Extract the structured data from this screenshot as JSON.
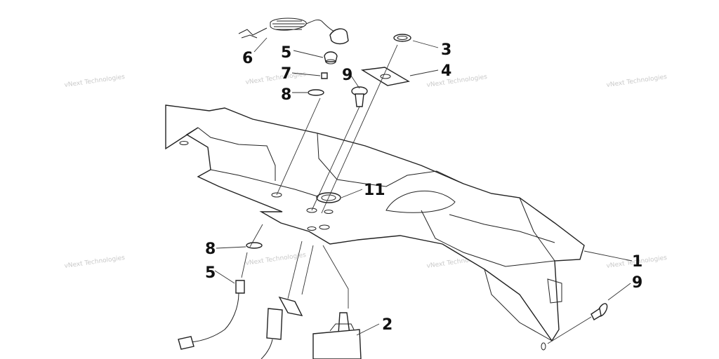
{
  "diagram": {
    "callouts": {
      "c1": "1",
      "c2": "2",
      "c3": "3",
      "c4": "4",
      "c5a": "5",
      "c5b": "5",
      "c6": "6",
      "c7": "7",
      "c8a": "8",
      "c8b": "8",
      "c9a": "9",
      "c9b": "9",
      "c11": "11"
    },
    "watermark": "vNext Technologies"
  }
}
